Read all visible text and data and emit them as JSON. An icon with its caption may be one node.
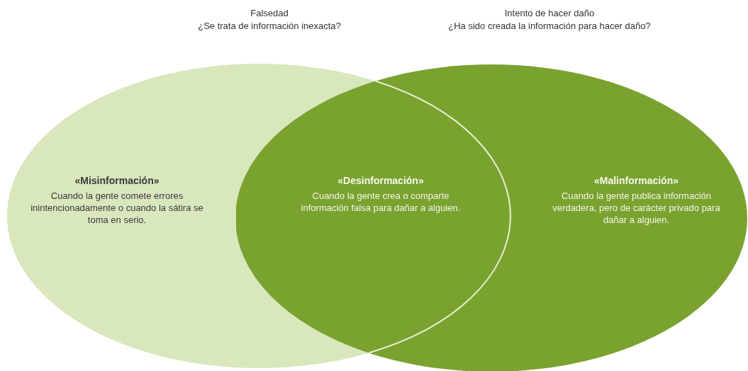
{
  "diagram": {
    "nodes": [
      {
        "text": [
          "«Misinformación»",
          "Cuando la gente comete errores inintencionadamente o cuando la sátira se toma en serio."
        ]
      },
      {
        "text": [
          "«Malinformación»",
          "Cuando la gente publica información verdadera, pero de carácter privado para dañar a alguien."
        ]
      },
      {
        "text": [
          "«Desinformación»",
          "Cuando la gente crea o comparte información falsa para dañar a alguien."
        ]
      }
    ],
    "labels": [
      "Falsedad",
      "¿Se trata de información inexacta?",
      "Intento de hacer daño",
      "¿Ha sido creada la información para hacer daño?"
    ]
  }
}
